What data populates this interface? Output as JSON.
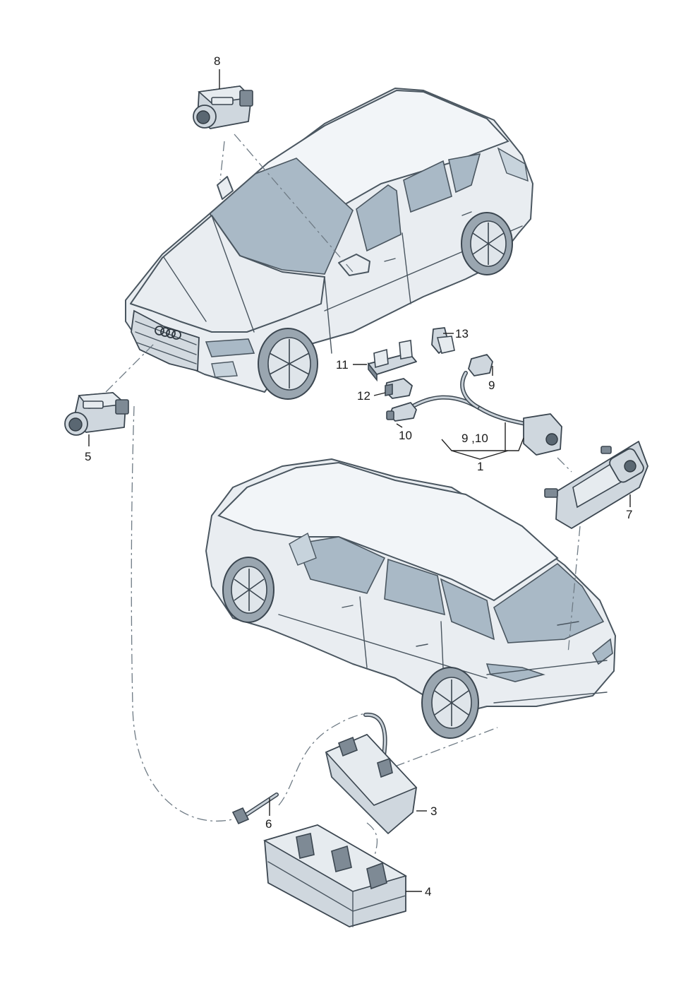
{
  "callouts": {
    "c1": "1",
    "c3": "3",
    "c4": "4",
    "c5": "5",
    "c6": "6",
    "c7": "7",
    "c8": "8",
    "c9": "9",
    "c10": "10",
    "c11": "11",
    "c12": "12",
    "c13": "13",
    "c9_10": "9 ,10"
  }
}
